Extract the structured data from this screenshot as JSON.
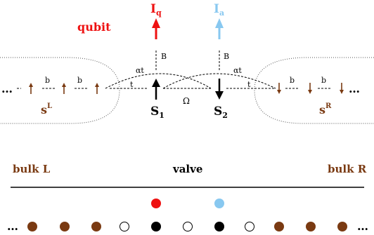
{
  "colors": {
    "red": "#ee1111",
    "light_blue": "#88c8f0",
    "brown": "#7a3a12",
    "black": "#000000"
  },
  "top": {
    "qubit_label": "qubit",
    "Iq_main": "I",
    "Iq_sub": "q",
    "Ia_main": "I",
    "Ia_sub": "a",
    "B_left": "B",
    "B_right": "B",
    "alpha_t_left": "αt",
    "alpha_t_right": "αt",
    "t_left": "t",
    "t_right": "t",
    "omega": "Ω",
    "ellipsis_left": "…",
    "ellipsis_right": "…",
    "b_left_1": "b",
    "b_left_2": "b",
    "b_right_1": "b",
    "b_right_2": "b",
    "sL_main": "s",
    "sL_sup": "L",
    "sR_main": "s",
    "sR_sup": "R",
    "S1_main": "S",
    "S1_sub": "1",
    "S2_main": "S",
    "S2_sub": "2"
  },
  "bottom_labels": {
    "bulk_left": "bulk L",
    "valve": "valve",
    "bulk_right": "bulk R"
  },
  "chain": {
    "ellipsis_left": "…",
    "ellipsis_right": "…",
    "sites": [
      "brown",
      "brown",
      "brown",
      "open",
      "black",
      "open",
      "black",
      "open",
      "brown",
      "brown",
      "brown"
    ],
    "markers": [
      "red",
      "light_blue"
    ]
  }
}
